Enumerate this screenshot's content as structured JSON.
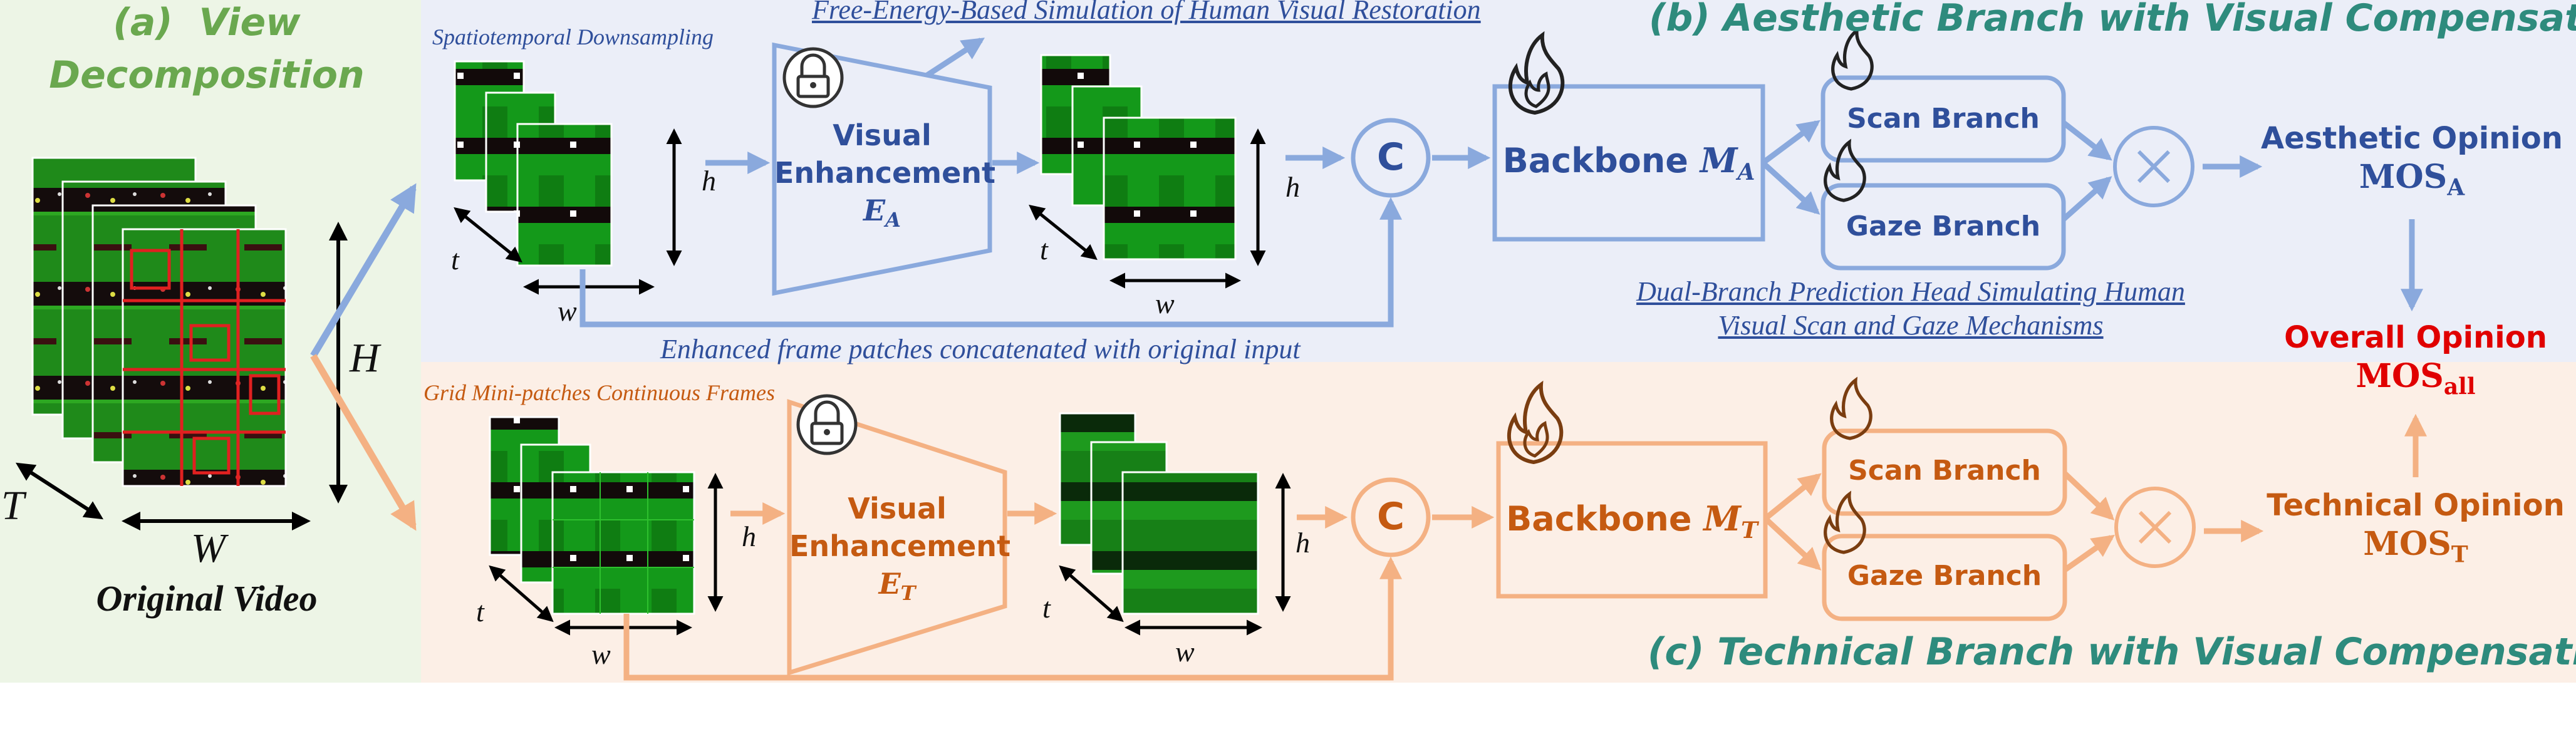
{
  "panel_a": {
    "label": "(a)",
    "title_line1": "View",
    "title_line2": "Decomposition",
    "caption": "Original Video",
    "axis_T": "T",
    "axis_W": "W",
    "axis_H": "H"
  },
  "panel_b": {
    "title": "(b)  Aesthetic Branch with Visual Compensation",
    "downsample_label": "Spatiotemporal Downsampling",
    "free_energy_label": "Free-Energy-Based Simulation of Human Visual Restoration",
    "enhance_line1": "Visual",
    "enhance_line2": "Enhancement",
    "enhance_sym": "E",
    "enhance_sub": "A",
    "concat": "C",
    "backbone": "Backbone",
    "backbone_sym": "M",
    "backbone_sub": "A",
    "scan": "Scan Branch",
    "gaze": "Gaze Branch",
    "opinion": "Aesthetic Opinion",
    "mos": "MOS",
    "mos_sub": "A",
    "head_caption_1": "Dual-Branch Prediction Head Simulating Human",
    "head_caption_2": "Visual Scan and Gaze Mechanisms",
    "enhanced_caption": "Enhanced frame patches concatenated with original input",
    "h": "h",
    "t": "t",
    "w": "w"
  },
  "panel_c": {
    "title": "(c)  Technical Branch with Visual Compensation",
    "grid_label": "Grid Mini-patches Continuous Frames",
    "enhance_line1": "Visual",
    "enhance_line2": "Enhancement",
    "enhance_sym": "E",
    "enhance_sub": "T",
    "concat": "C",
    "backbone": "Backbone",
    "backbone_sym": "M",
    "backbone_sub": "T",
    "scan": "Scan Branch",
    "gaze": "Gaze Branch",
    "opinion": "Technical Opinion",
    "mos": "MOS",
    "mos_sub": "T",
    "h": "h",
    "t": "t",
    "w": "w"
  },
  "overall": {
    "opinion": "Overall Opinion",
    "mos": "MOS",
    "mos_sub": "all"
  },
  "colors": {
    "blue": "#8aa9dd",
    "blue_dark": "#2f4f9b",
    "orange": "#f4b183",
    "orange_dark": "#c55a11",
    "green_title": "#2e8b7d",
    "red": "#e00000",
    "panel_a_bg": "#edf5e6",
    "panel_b_bg": "#ebeef8",
    "panel_c_bg": "#fcefe6"
  },
  "icons": [
    "lock-icon",
    "flame-icon",
    "multiply-icon"
  ]
}
